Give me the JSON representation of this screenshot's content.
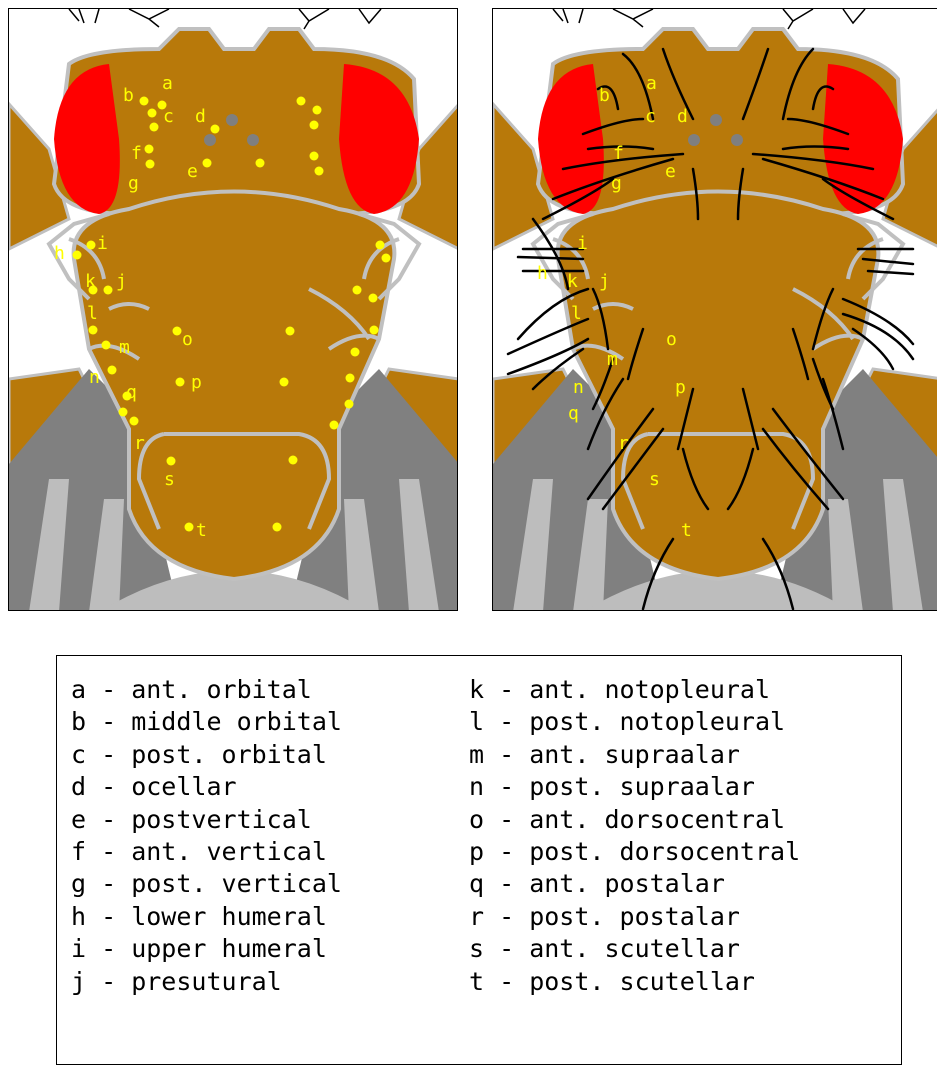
{
  "colors": {
    "body": "#B8790A",
    "eye": "#FF0000",
    "suture": "#C0C0C0",
    "wing_dark": "#808080",
    "wing_light": "#BDBDBD",
    "ocelli": "#7F7F7F",
    "dot": "#FFFF00",
    "bristle": "#000000",
    "letter": "#FFFF00"
  },
  "left_letters": [
    "a",
    "b",
    "c",
    "d",
    "e",
    "f",
    "g",
    "h",
    "i",
    "j",
    "k",
    "l",
    "m",
    "n",
    "o",
    "p",
    "q",
    "r",
    "s",
    "t"
  ],
  "right_letters": [
    "a",
    "b",
    "c",
    "d",
    "e",
    "f",
    "g",
    "h",
    "i",
    "j",
    "k",
    "l",
    "m",
    "n",
    "o",
    "p",
    "q",
    "r",
    "s",
    "t"
  ],
  "legend": {
    "left": [
      "a - ant. orbital",
      "b - middle orbital",
      "c - post. orbital",
      "d - ocellar",
      "e - postvertical",
      "f - ant. vertical",
      "g - post. vertical",
      "h - lower humeral",
      "i - upper humeral",
      "j - presutural"
    ],
    "right": [
      "k - ant. notopleural",
      "l - post. notopleural",
      "m - ant. supraalar",
      "n - post. supraalar",
      "o - ant. dorsocentral",
      "p - post. dorsocentral",
      "q - ant. postalar",
      "r - post. postalar",
      "s - ant. scutellar",
      "t - post. scutellar"
    ]
  }
}
